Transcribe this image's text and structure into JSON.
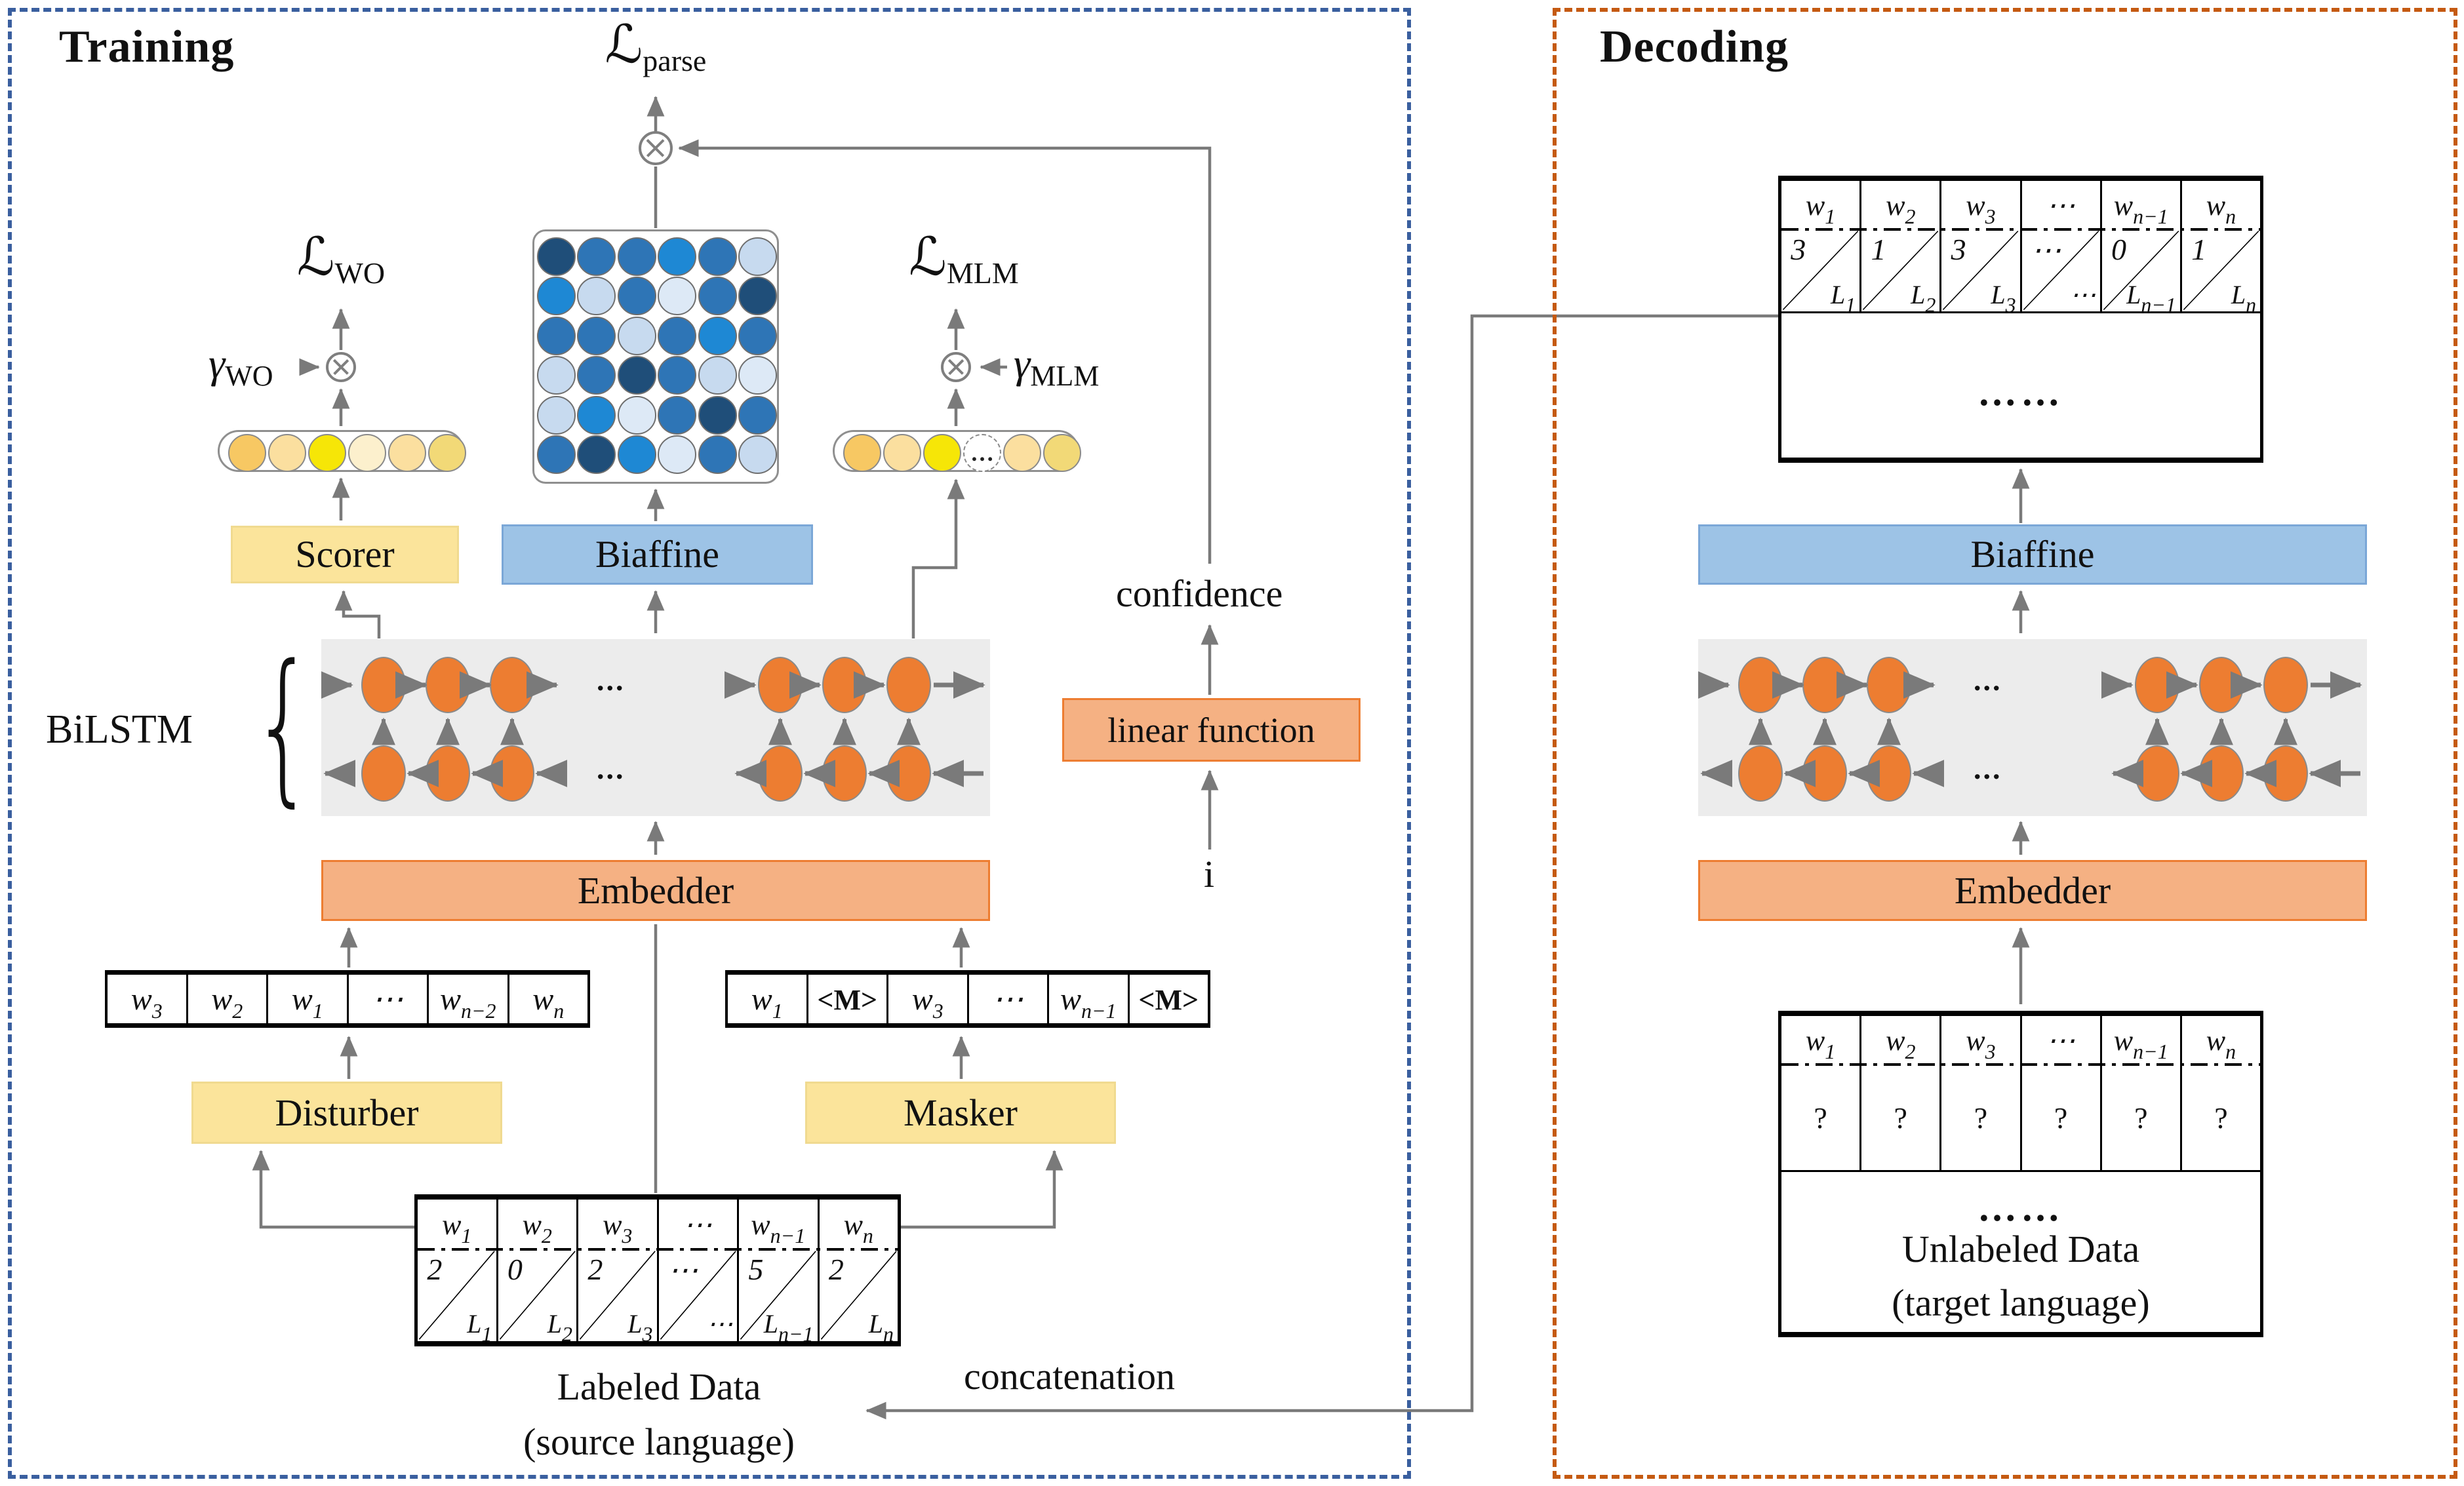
{
  "panels": {
    "training": {
      "title": "Training",
      "border_color": "#3A5F9F"
    },
    "decoding": {
      "title": "Decoding",
      "border_color": "#C55A11"
    }
  },
  "labels": {
    "parse": {
      "m": "ℒ",
      "s": "parse"
    },
    "wo": {
      "m": "ℒ",
      "s": "WO"
    },
    "mlm": {
      "m": "ℒ",
      "s": "MLM"
    },
    "gamma_wo": {
      "m": "γ",
      "s": "WO"
    },
    "gamma_mlm": {
      "m": "γ",
      "s": "MLM"
    },
    "bilstm": "BiLSTM",
    "brace": "{",
    "lstm_dots": "...",
    "dots": "…",
    "confidence": "confidence",
    "index": "i",
    "concatenation": "concatenation"
  },
  "blocks": {
    "scorer": "Scorer",
    "biaffine": "Biaffine",
    "embedder": "Embedder",
    "disturber": "Disturber",
    "masker": "Masker",
    "linear_function": "linear function",
    "dec_biaffine": "Biaffine",
    "dec_embedder": "Embedder"
  },
  "colors": {
    "arrow": "#7A7A7A",
    "block_yellow": "#FBE49B",
    "block_blue": "#9DC3E6",
    "block_orange": "#F5B183",
    "lstm_bg": "#ECECEC",
    "lstm_node": "#ED7D31",
    "matrix_palette": {
      "D": "#1F4E79",
      "M": "#2E75B6",
      "B": "#1E88D4",
      "L": "#C7DAEF",
      "X": "#DDE9F6"
    }
  },
  "attention_matrix": {
    "grid": [
      [
        "D",
        "M",
        "M",
        "B",
        "M",
        "L"
      ],
      [
        "B",
        "L",
        "M",
        "X",
        "M",
        "D"
      ],
      [
        "M",
        "M",
        "L",
        "M",
        "B",
        "M"
      ],
      [
        "L",
        "M",
        "D",
        "M",
        "L",
        "X"
      ],
      [
        "L",
        "B",
        "X",
        "M",
        "D",
        "M"
      ],
      [
        "M",
        "D",
        "B",
        "X",
        "M",
        "L"
      ]
    ]
  },
  "score_rows": {
    "wo_row": [
      {
        "c": "#F7C863"
      },
      {
        "c": "#FBDF9F"
      },
      {
        "c": "#F6E607"
      },
      {
        "c": "#FCF0CD"
      },
      {
        "c": "#FBDF9F"
      },
      {
        "c": "#F2D977"
      }
    ],
    "mlm_row": [
      {
        "c": "#F7C863"
      },
      {
        "c": "#FBDF9F"
      },
      {
        "c": "#F6E607"
      },
      {
        "dots": true
      },
      {
        "c": "#FBDF9F"
      },
      {
        "c": "#F2D977"
      }
    ]
  },
  "word_rows": {
    "disturbed": [
      {
        "m": "w",
        "s": "3"
      },
      {
        "m": "w",
        "s": "2"
      },
      {
        "m": "w",
        "s": "1"
      },
      {
        "m": "⋯"
      },
      {
        "m": "w",
        "s": "n−2"
      },
      {
        "m": "w",
        "s": "n"
      }
    ],
    "masked": [
      {
        "m": "w",
        "s": "1"
      },
      {
        "m": "<M>",
        "b": true
      },
      {
        "m": "w",
        "s": "3"
      },
      {
        "m": "⋯"
      },
      {
        "m": "w",
        "s": "n−1"
      },
      {
        "m": "<M>",
        "b": true
      }
    ]
  },
  "labeled_table": {
    "words": [
      {
        "m": "w",
        "s": "1"
      },
      {
        "m": "w",
        "s": "2"
      },
      {
        "m": "w",
        "s": "3"
      },
      {
        "m": "⋯"
      },
      {
        "m": "w",
        "s": "n−1"
      },
      {
        "m": "w",
        "s": "n"
      }
    ],
    "cells": [
      {
        "num": "2",
        "lab": {
          "m": "L",
          "s": "1"
        }
      },
      {
        "num": "0",
        "lab": {
          "m": "L",
          "s": "2"
        }
      },
      {
        "num": "2",
        "lab": {
          "m": "L",
          "s": "3"
        }
      },
      {
        "num": "⋯",
        "lab": {
          "m": "⋯"
        }
      },
      {
        "num": "5",
        "lab": {
          "m": "L",
          "s": "n−1"
        }
      },
      {
        "num": "2",
        "lab": {
          "m": "L",
          "s": "n"
        }
      }
    ],
    "caption1": "Labeled Data",
    "caption2": "(source language)"
  },
  "decoded_table": {
    "words": [
      {
        "m": "w",
        "s": "1"
      },
      {
        "m": "w",
        "s": "2"
      },
      {
        "m": "w",
        "s": "3"
      },
      {
        "m": "⋯"
      },
      {
        "m": "w",
        "s": "n−1"
      },
      {
        "m": "w",
        "s": "n"
      }
    ],
    "cells": [
      {
        "num": "3",
        "lab": {
          "m": "L",
          "s": "1"
        }
      },
      {
        "num": "1",
        "lab": {
          "m": "L",
          "s": "2"
        }
      },
      {
        "num": "3",
        "lab": {
          "m": "L",
          "s": "3"
        }
      },
      {
        "num": "⋯",
        "lab": {
          "m": "⋯"
        }
      },
      {
        "num": "0",
        "lab": {
          "m": "L",
          "s": "n−1"
        }
      },
      {
        "num": "1",
        "lab": {
          "m": "L",
          "s": "n"
        }
      }
    ],
    "ellipsis": "……"
  },
  "unlabeled_table": {
    "words": [
      {
        "m": "w",
        "s": "1"
      },
      {
        "m": "w",
        "s": "2"
      },
      {
        "m": "w",
        "s": "3"
      },
      {
        "m": "⋯"
      },
      {
        "m": "w",
        "s": "n−1"
      },
      {
        "m": "w",
        "s": "n"
      }
    ],
    "marks": [
      "?",
      "?",
      "?",
      "?",
      "?",
      "?"
    ],
    "ellipsis": "……",
    "caption1": "Unlabeled Data",
    "caption2": "(target language)"
  }
}
